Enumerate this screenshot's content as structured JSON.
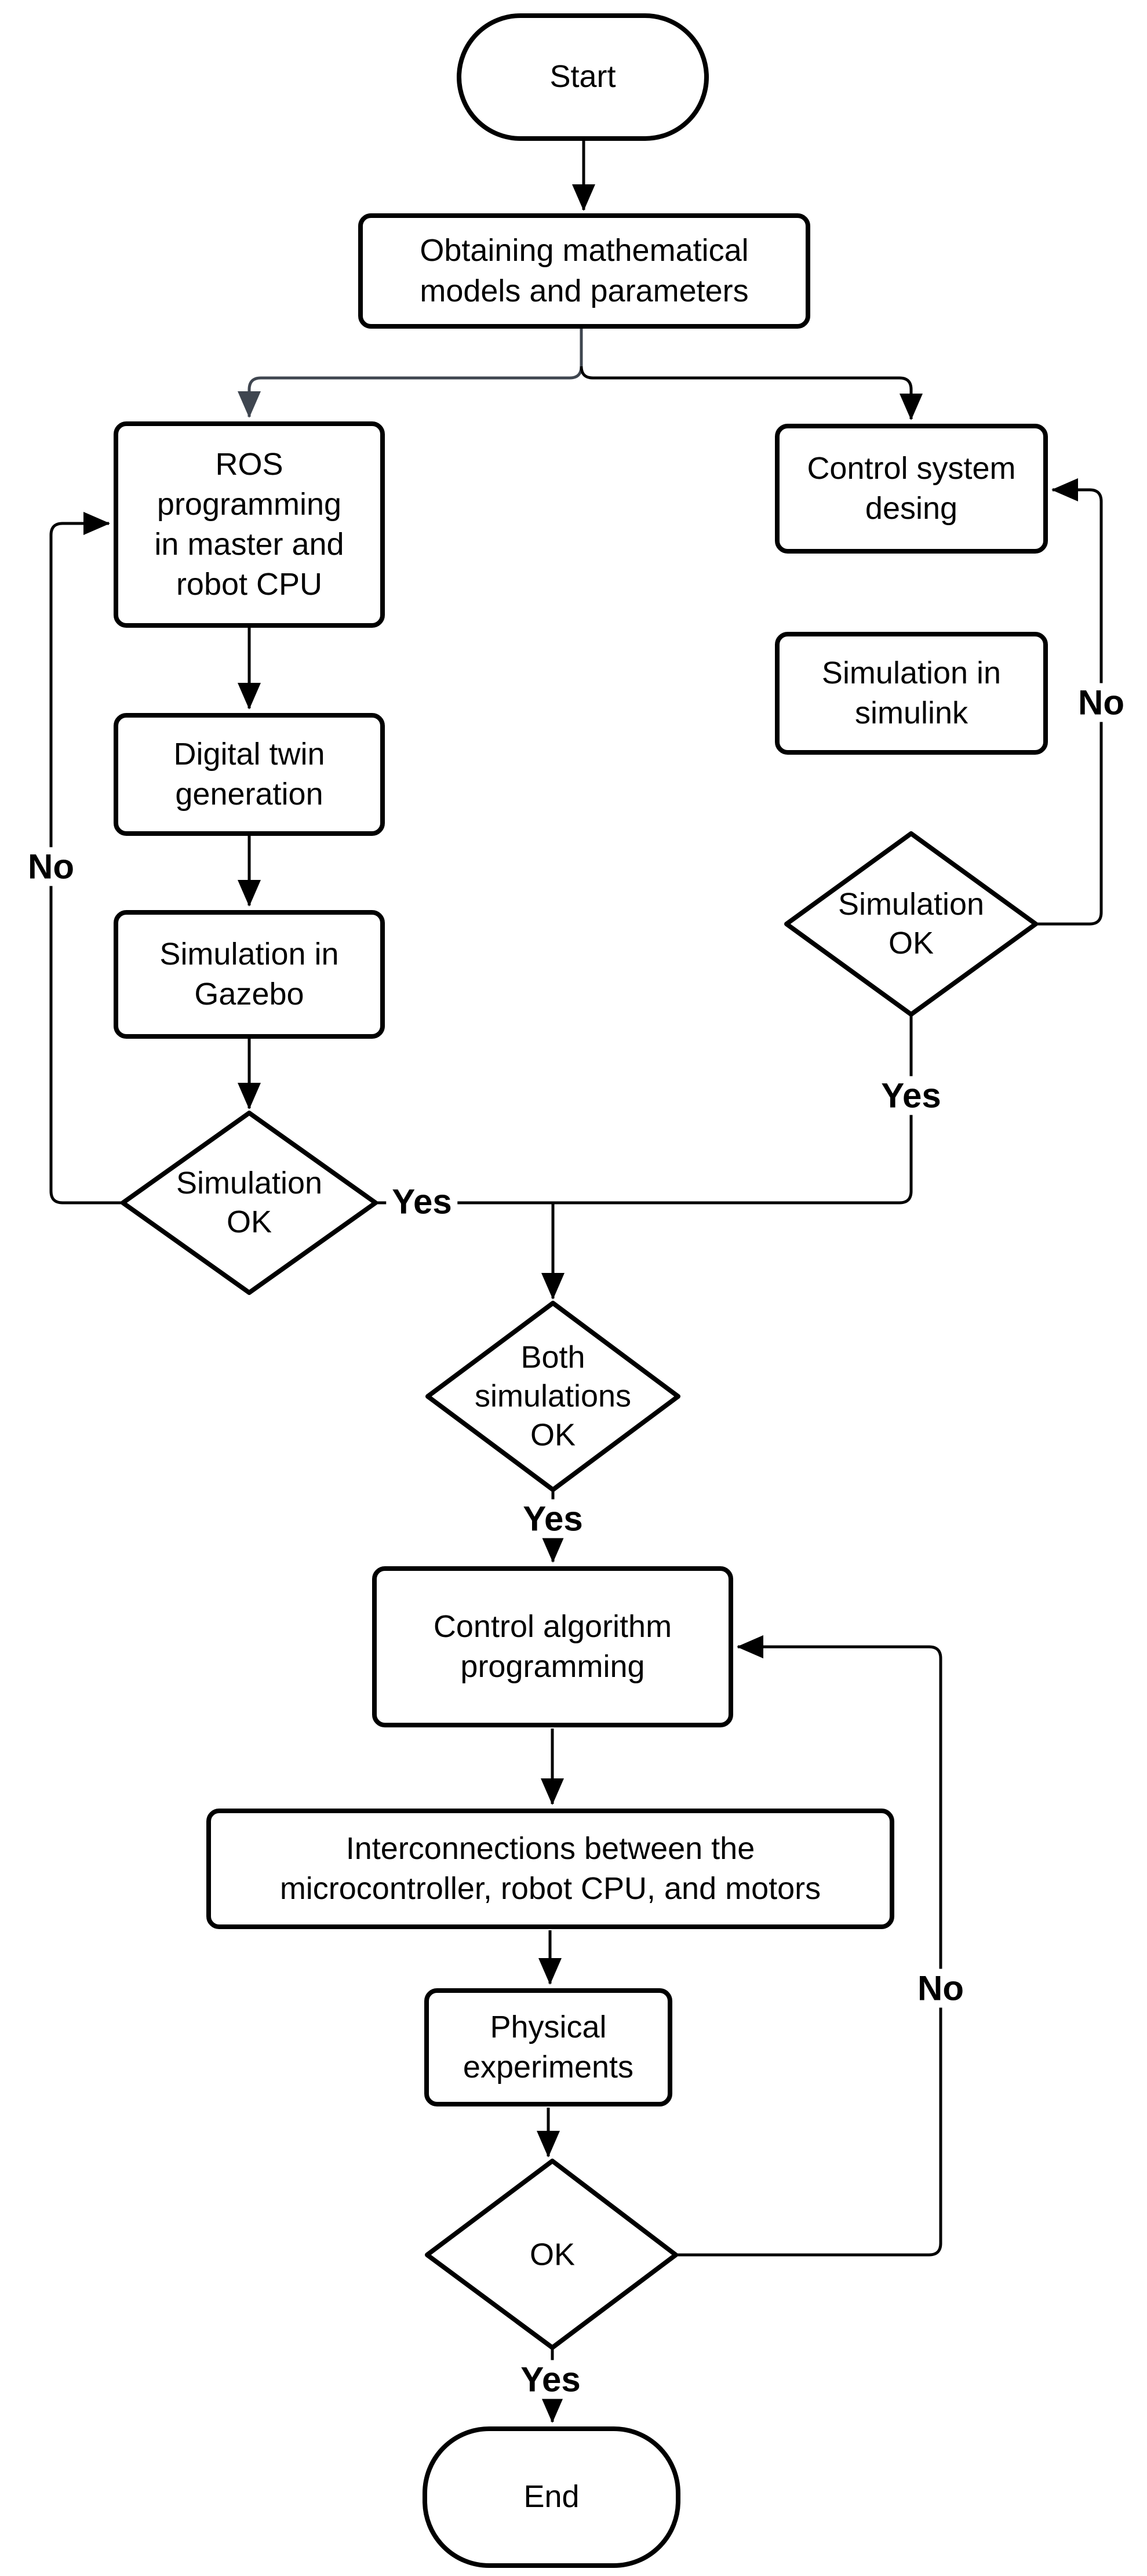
{
  "diagram": {
    "background": "#ffffff",
    "line_color": "#000000",
    "branch_connector_color": "#3f4650"
  },
  "nodes": {
    "start": {
      "label": "Start",
      "type": "terminator"
    },
    "obtaining": {
      "label": "Obtaining mathematical\nmodels and parameters",
      "type": "process"
    },
    "ros_programming": {
      "label": "ROS\nprogramming\nin master and\nrobot CPU",
      "type": "process"
    },
    "control_system_design": {
      "label": "Control system\ndesing",
      "type": "process"
    },
    "digital_twin": {
      "label": "Digital twin\ngeneration",
      "type": "process"
    },
    "simulation_simulink": {
      "label": "Simulation in\nsimulink",
      "type": "process"
    },
    "simulation_gazebo": {
      "label": "Simulation in\nGazebo",
      "type": "process"
    },
    "simulation_ok_left": {
      "label": "Simulation\nOK",
      "type": "decision"
    },
    "simulation_ok_right": {
      "label": "Simulation\nOK",
      "type": "decision"
    },
    "both_simulations_ok": {
      "label": "Both\nsimulations\nOK",
      "type": "decision"
    },
    "control_algorithm": {
      "label": "Control algorithm\nprogramming",
      "type": "process"
    },
    "interconnections": {
      "label": "Interconnections between the\nmicrocontroller, robot CPU, and motors",
      "type": "process"
    },
    "physical_experiments": {
      "label": "Physical\nexperiments",
      "type": "process"
    },
    "ok_decision": {
      "label": "OK",
      "type": "decision"
    },
    "end": {
      "label": "End",
      "type": "terminator"
    }
  },
  "edge_labels": {
    "no_left": "No",
    "no_right": "No",
    "no_bottom": "No",
    "yes_left": "Yes",
    "yes_right": "Yes",
    "yes_both": "Yes",
    "yes_final": "Yes"
  }
}
